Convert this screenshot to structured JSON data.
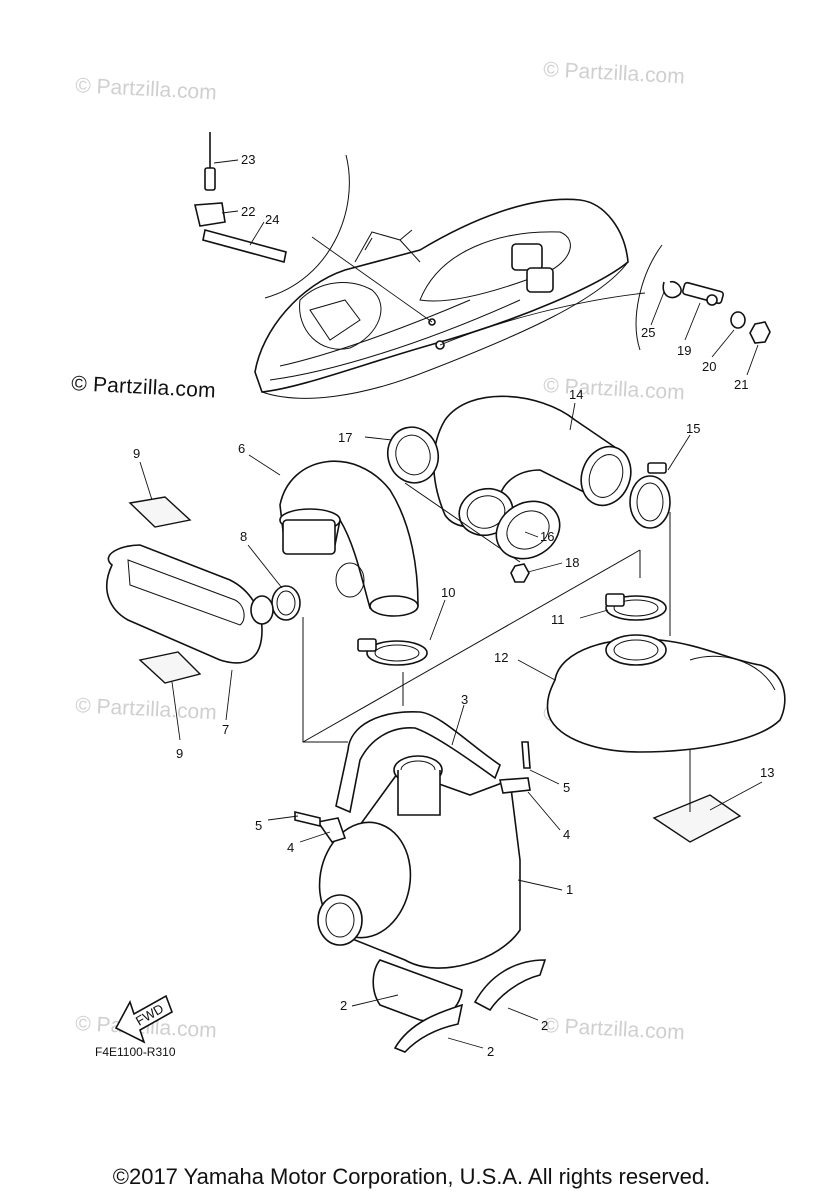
{
  "watermark": {
    "text": "© Partzilla.com"
  },
  "logo": {
    "text": "© Partzilla.com"
  },
  "diagram": {
    "code": "F4E1100-R310",
    "fwd_label": "FWD",
    "callouts": [
      "1",
      "2",
      "2",
      "2",
      "3",
      "4",
      "4",
      "5",
      "5",
      "6",
      "7",
      "8",
      "9",
      "9",
      "10",
      "11",
      "12",
      "13",
      "14",
      "15",
      "16",
      "17",
      "18",
      "19",
      "20",
      "21",
      "22",
      "23",
      "24",
      "25"
    ]
  },
  "footer": {
    "copyright": "©2017  Yamaha Motor Corporation, U.S.A. All rights reserved."
  }
}
